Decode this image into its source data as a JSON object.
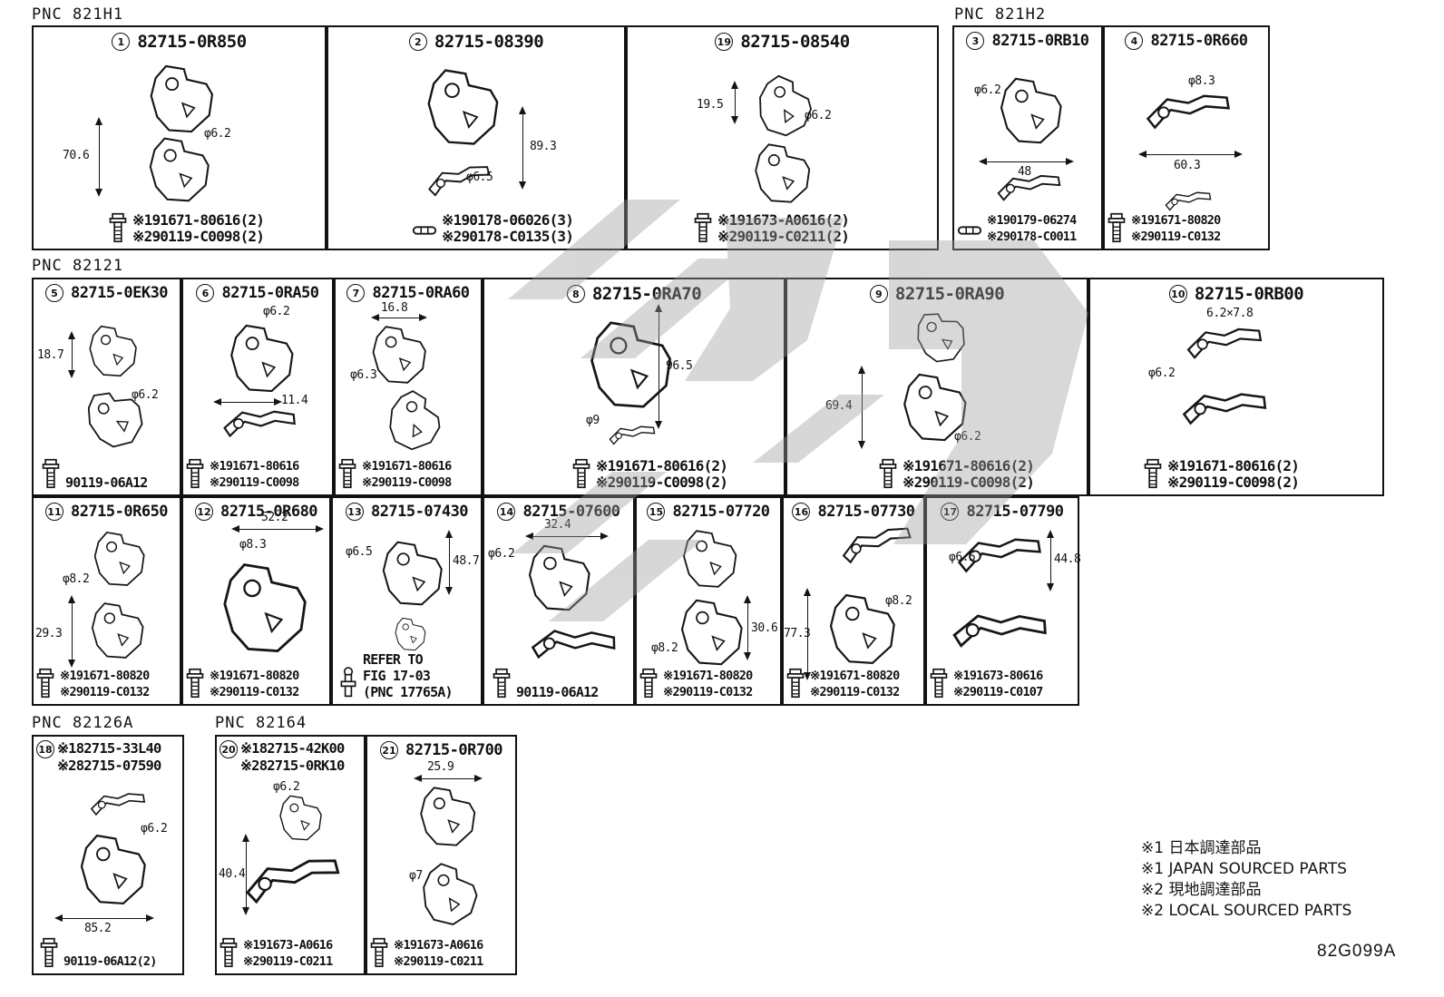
{
  "groups": {
    "g1": "PNC 821H1",
    "g2": "PNC 821H2",
    "g3": "PNC 82121",
    "g4": "PNC 82126A",
    "g5": "PNC 82164"
  },
  "panels": {
    "p1": {
      "num": "1",
      "part": "82715-0R850",
      "dims": {
        "a": "70.6",
        "b": "φ6.2"
      },
      "fast": {
        "f1": "※191671-80616(2)",
        "f2": "※290119-C0098(2)"
      }
    },
    "p2": {
      "num": "2",
      "part": "82715-08390",
      "dims": {
        "a": "89.3",
        "b": "φ6.5"
      },
      "fast": {
        "f1": "※190178-06026(3)",
        "f2": "※290178-C0135(3)"
      }
    },
    "p19": {
      "num": "19",
      "part": "82715-08540",
      "dims": {
        "a": "19.5",
        "b": "φ6.2"
      },
      "fast": {
        "f1": "※191673-A0616(2)",
        "f2": "※290119-C0211(2)"
      }
    },
    "p3": {
      "num": "3",
      "part": "82715-0RB10",
      "dims": {
        "a": "φ6.2",
        "b": "48"
      },
      "fast": {
        "f1": "※190179-06274",
        "f2": "※290178-C0011"
      }
    },
    "p4": {
      "num": "4",
      "part": "82715-0R660",
      "dims": {
        "a": "φ8.3",
        "b": "60.3"
      },
      "fast": {
        "f1": "※191671-80820",
        "f2": "※290119-C0132"
      }
    },
    "p5": {
      "num": "5",
      "part": "82715-0EK30",
      "dims": {
        "a": "18.7",
        "b": "φ6.2"
      },
      "fast": {
        "f1": "90119-06A12"
      }
    },
    "p6": {
      "num": "6",
      "part": "82715-0RA50",
      "dims": {
        "a": "φ6.2",
        "b": "11.4"
      },
      "fast": {
        "f1": "※191671-80616",
        "f2": "※290119-C0098"
      }
    },
    "p7": {
      "num": "7",
      "part": "82715-0RA60",
      "dims": {
        "a": "16.8",
        "b": "φ6.3"
      },
      "fast": {
        "f1": "※191671-80616",
        "f2": "※290119-C0098"
      }
    },
    "p8": {
      "num": "8",
      "part": "82715-0RA70",
      "dims": {
        "a": "96.5",
        "b": "φ9"
      },
      "fast": {
        "f1": "※191671-80616(2)",
        "f2": "※290119-C0098(2)"
      }
    },
    "p9": {
      "num": "9",
      "part": "82715-0RA90",
      "dims": {
        "a": "69.4",
        "b": "φ6.2"
      },
      "fast": {
        "f1": "※191671-80616(2)",
        "f2": "※290119-C0098(2)"
      }
    },
    "p10": {
      "num": "10",
      "part": "82715-0RB00",
      "dims": {
        "a": "6.2×7.8",
        "b": "φ6.2"
      },
      "fast": {
        "f1": "※191671-80616(2)",
        "f2": "※290119-C0098(2)"
      }
    },
    "p11": {
      "num": "11",
      "part": "82715-0R650",
      "dims": {
        "a": "φ8.2",
        "b": "29.3"
      },
      "fast": {
        "f1": "※191671-80820",
        "f2": "※290119-C0132"
      }
    },
    "p12": {
      "num": "12",
      "part": "82715-0R680",
      "dims": {
        "a": "52.2",
        "b": "φ8.3"
      },
      "fast": {
        "f1": "※191671-80820",
        "f2": "※290119-C0132"
      }
    },
    "p13": {
      "num": "13",
      "part": "82715-07430",
      "dims": {
        "a": "φ6.5",
        "b": "48.7"
      },
      "fast": {
        "f1": "REFER TO",
        "f2": "FIG 17-03",
        "f3": "(PNC 17765A)"
      }
    },
    "p14": {
      "num": "14",
      "part": "82715-07600",
      "dims": {
        "a": "32.4",
        "b": "φ6.2"
      },
      "fast": {
        "f1": "90119-06A12"
      }
    },
    "p15": {
      "num": "15",
      "part": "82715-07720",
      "dims": {
        "a": "30.6",
        "b": "φ8.2"
      },
      "fast": {
        "f1": "※191671-80820",
        "f2": "※290119-C0132"
      }
    },
    "p16": {
      "num": "16",
      "part": "82715-07730",
      "dims": {
        "a": "77.3",
        "b": "φ8.2"
      },
      "fast": {
        "f1": "※191671-80820",
        "f2": "※290119-C0132"
      }
    },
    "p17": {
      "num": "17",
      "part": "82715-07790",
      "dims": {
        "a": "φ6.5",
        "b": "44.8"
      },
      "fast": {
        "f1": "※191673-80616",
        "f2": "※290119-C0107"
      }
    },
    "p18": {
      "num": "18",
      "part_l1": "※182715-33L40",
      "part_l2": "※282715-07590",
      "dims": {
        "a": "φ6.2",
        "b": "85.2"
      },
      "fast": {
        "f1": "90119-06A12(2)"
      }
    },
    "p20": {
      "num": "20",
      "part_l1": "※182715-42K00",
      "part_l2": "※282715-0RK10",
      "dims": {
        "a": "φ6.2",
        "b": "40.4"
      },
      "fast": {
        "f1": "※191673-A0616",
        "f2": "※290119-C0211"
      }
    },
    "p21": {
      "num": "21",
      "part": "82715-0R700",
      "dims": {
        "a": "25.9",
        "b": "φ7"
      },
      "fast": {
        "f1": "※191673-A0616",
        "f2": "※290119-C0211"
      }
    }
  },
  "footnotes": {
    "l1": "※1 日本調達部品",
    "l2": "※1 JAPAN SOURCED PARTS",
    "l3": "※2 現地調達部品",
    "l4": "※2 LOCAL SOURCED PARTS"
  },
  "code": "82G099A",
  "colors": {
    "paper": "#ffffff",
    "ink": "#121212",
    "watermark": "#9e9e9e"
  }
}
